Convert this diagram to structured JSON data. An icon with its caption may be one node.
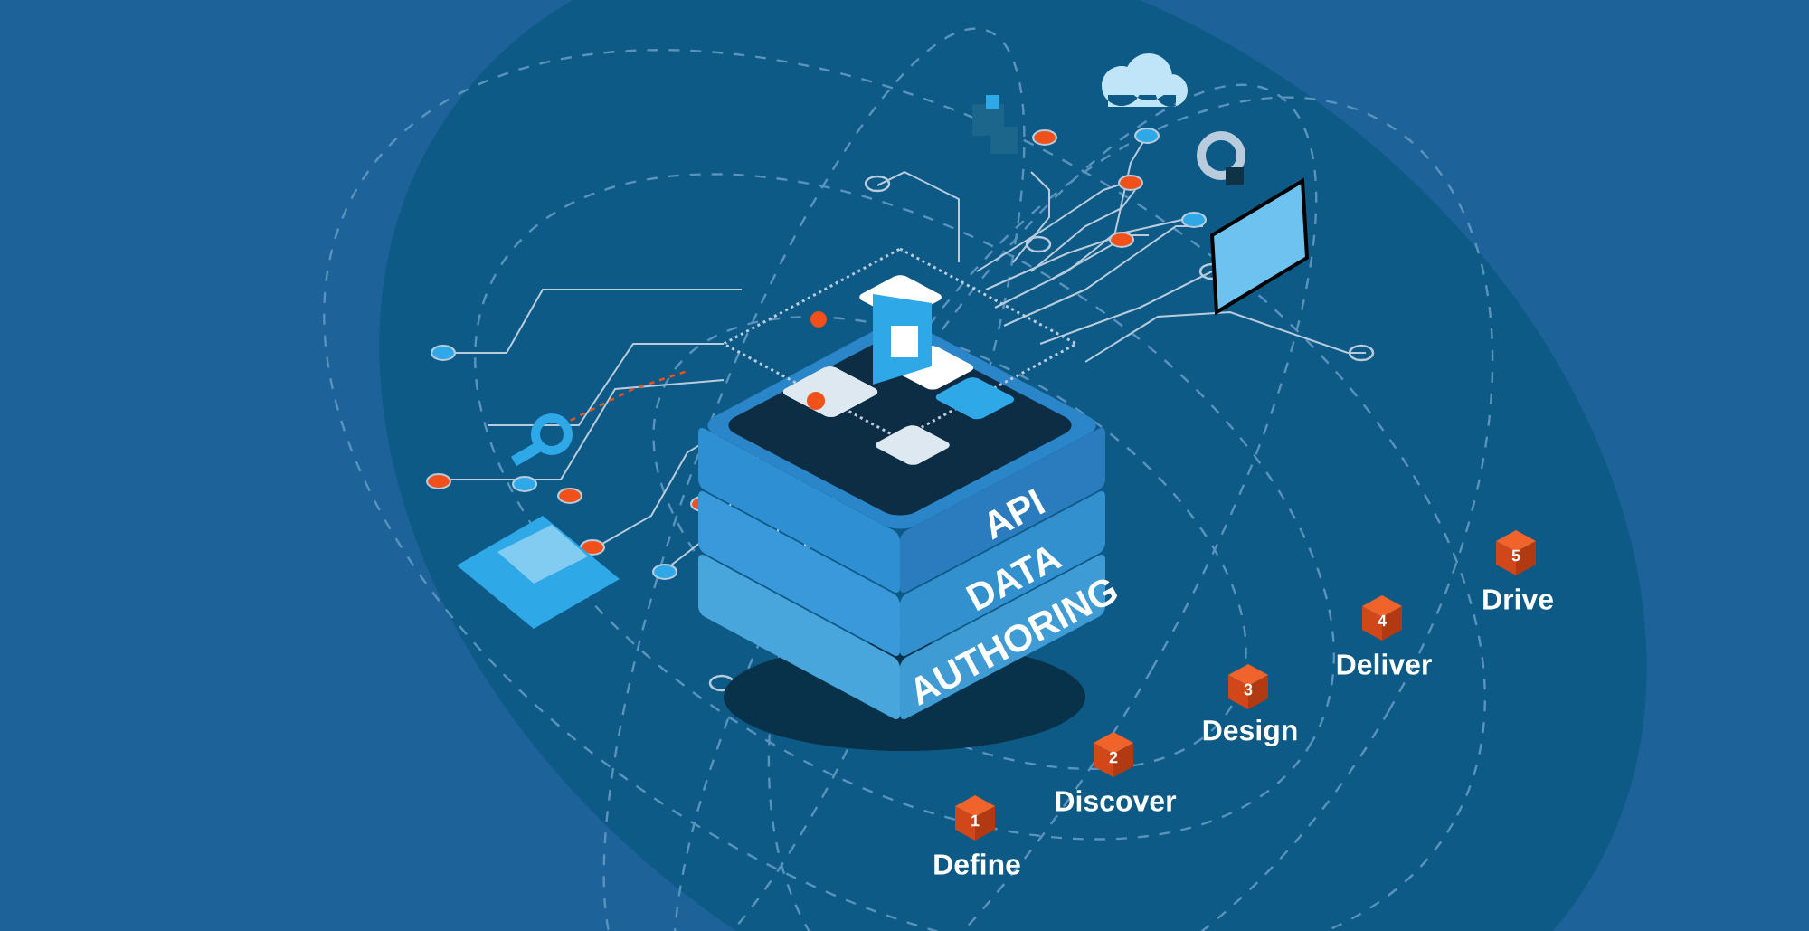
{
  "diagram": {
    "nodes": [
      {
        "text": [
          "API"
        ]
      },
      {
        "text": [
          "DATA"
        ]
      },
      {
        "text": [
          "AUTHORING"
        ]
      },
      {
        "text": [
          "1"
        ],
        "beside": [
          "Define"
        ]
      },
      {
        "text": [
          "2"
        ],
        "beside": [
          "Discover"
        ]
      },
      {
        "text": [
          "3"
        ],
        "beside": [
          "Design"
        ]
      },
      {
        "text": [
          "4"
        ],
        "beside": [
          "Deliver"
        ]
      },
      {
        "text": [
          "5"
        ],
        "beside": [
          "Drive"
        ]
      }
    ],
    "edges": []
  }
}
